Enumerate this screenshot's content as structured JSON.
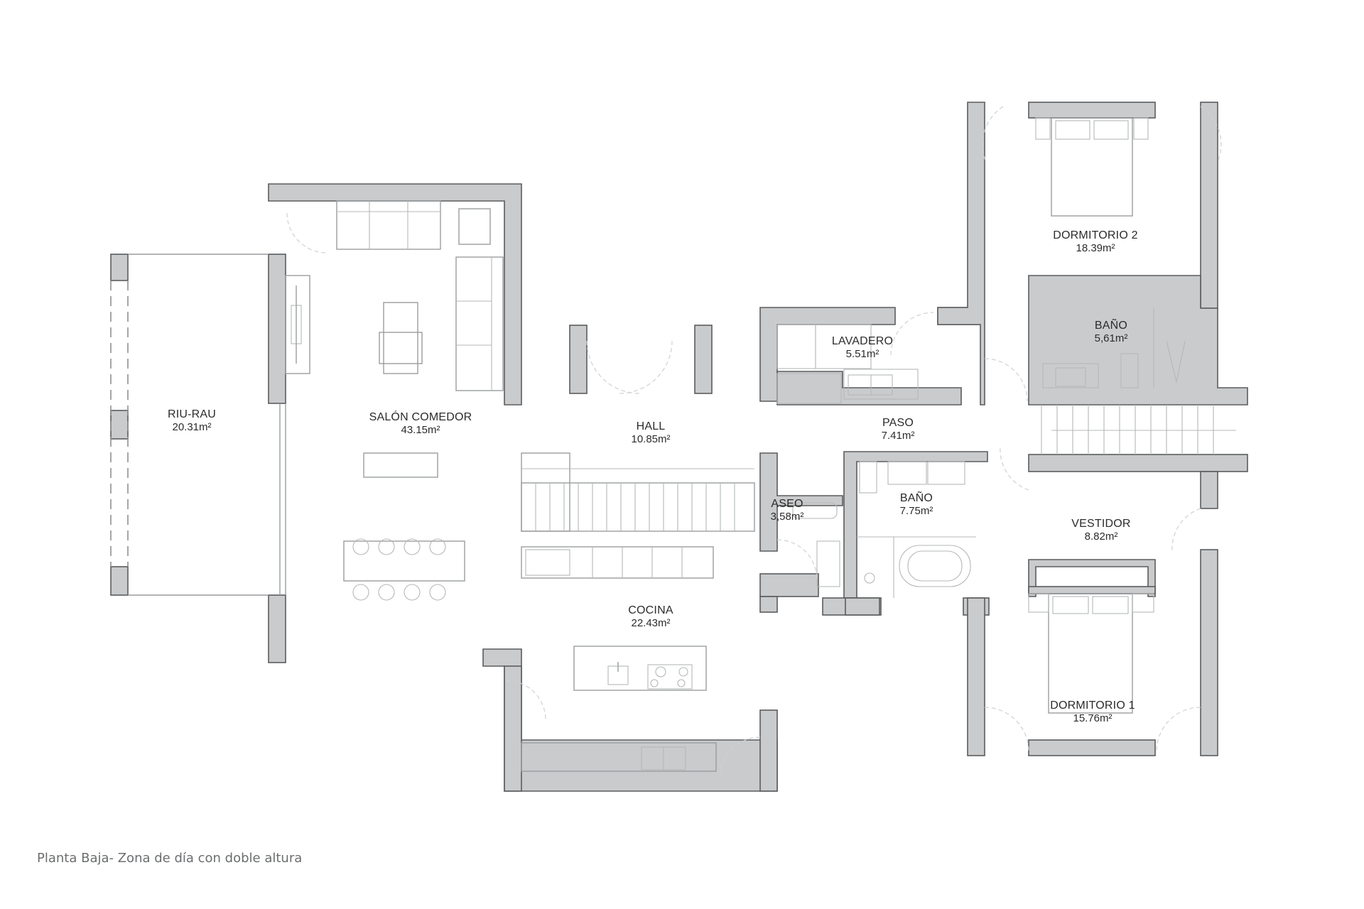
{
  "plan": {
    "caption": "Planta Baja- Zona de día con doble altura",
    "area_unit": "m²",
    "colors": {
      "wall_fill": "#c9cbcc",
      "wall_stroke": "#5a5c5e",
      "text": "#2b2b2b",
      "caption": "#6b6d6f",
      "background": "#ffffff"
    },
    "rooms": [
      {
        "name": "RIU-RAU",
        "area": "20.31m²"
      },
      {
        "name": "SALÓN COMEDOR",
        "area": "43.15m²"
      },
      {
        "name": "HALL",
        "area": "10.85m²"
      },
      {
        "name": "LAVADERO",
        "area": "5.51m²"
      },
      {
        "name": "PASO",
        "area": "7.41m²"
      },
      {
        "name": "DORMITORIO 2",
        "area": "18.39m²"
      },
      {
        "name": "BAÑO",
        "area": "5,61m²"
      },
      {
        "name": "ASEO",
        "area": "3,58m²"
      },
      {
        "name": "BAÑO",
        "area": "7.75m²"
      },
      {
        "name": "VESTIDOR",
        "area": "8.82m²"
      },
      {
        "name": "COCINA",
        "area": "22.43m²"
      },
      {
        "name": "DORMITORIO 1",
        "area": "15.76m²"
      }
    ]
  }
}
